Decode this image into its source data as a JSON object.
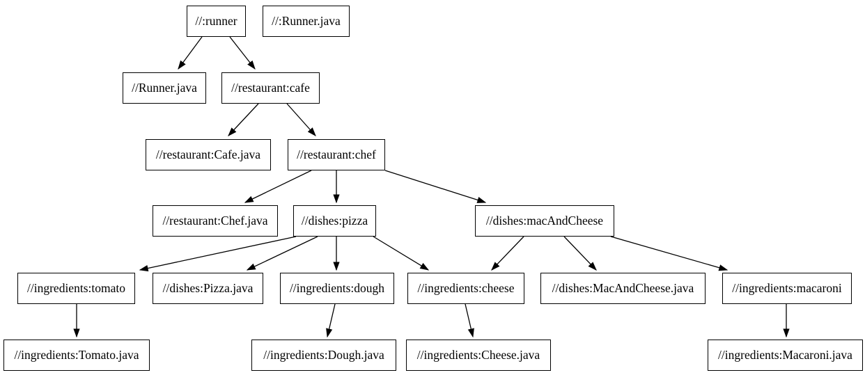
{
  "diagram": {
    "type": "build-dependency-graph",
    "background_color": "#ffffff",
    "node_fill_color": "#ffffff",
    "node_border_color": "#000000",
    "edge_color": "#000000",
    "nodes": [
      {
        "id": "runner",
        "label": "//:runner"
      },
      {
        "id": "runner-java-file",
        "label": "//:Runner.java"
      },
      {
        "id": "runner-java",
        "label": "//Runner.java"
      },
      {
        "id": "cafe",
        "label": "//restaurant:cafe"
      },
      {
        "id": "cafe-java",
        "label": "//restaurant:Cafe.java"
      },
      {
        "id": "chef",
        "label": "//restaurant:chef"
      },
      {
        "id": "chef-java",
        "label": "//restaurant:Chef.java"
      },
      {
        "id": "pizza",
        "label": "//dishes:pizza"
      },
      {
        "id": "mac-and-cheese",
        "label": "//dishes:macAndCheese"
      },
      {
        "id": "tomato",
        "label": "//ingredients:tomato"
      },
      {
        "id": "pizza-java",
        "label": "//dishes:Pizza.java"
      },
      {
        "id": "dough",
        "label": "//ingredients:dough"
      },
      {
        "id": "cheese",
        "label": "//ingredients:cheese"
      },
      {
        "id": "mac-and-cheese-java",
        "label": "//dishes:MacAndCheese.java"
      },
      {
        "id": "macaroni",
        "label": "//ingredients:macaroni"
      },
      {
        "id": "tomato-java",
        "label": "//ingredients:Tomato.java"
      },
      {
        "id": "dough-java",
        "label": "//ingredients:Dough.java"
      },
      {
        "id": "cheese-java",
        "label": "//ingredients:Cheese.java"
      },
      {
        "id": "macaroni-java",
        "label": "//ingredients:Macaroni.java"
      }
    ],
    "edges": [
      {
        "from": "runner",
        "to": "runner-java"
      },
      {
        "from": "runner",
        "to": "cafe"
      },
      {
        "from": "cafe",
        "to": "cafe-java"
      },
      {
        "from": "cafe",
        "to": "chef"
      },
      {
        "from": "chef",
        "to": "chef-java"
      },
      {
        "from": "chef",
        "to": "pizza"
      },
      {
        "from": "chef",
        "to": "mac-and-cheese"
      },
      {
        "from": "pizza",
        "to": "tomato"
      },
      {
        "from": "pizza",
        "to": "pizza-java"
      },
      {
        "from": "pizza",
        "to": "dough"
      },
      {
        "from": "pizza",
        "to": "cheese"
      },
      {
        "from": "mac-and-cheese",
        "to": "cheese"
      },
      {
        "from": "mac-and-cheese",
        "to": "mac-and-cheese-java"
      },
      {
        "from": "mac-and-cheese",
        "to": "macaroni"
      },
      {
        "from": "tomato",
        "to": "tomato-java"
      },
      {
        "from": "dough",
        "to": "dough-java"
      },
      {
        "from": "cheese",
        "to": "cheese-java"
      },
      {
        "from": "macaroni",
        "to": "macaroni-java"
      }
    ]
  }
}
